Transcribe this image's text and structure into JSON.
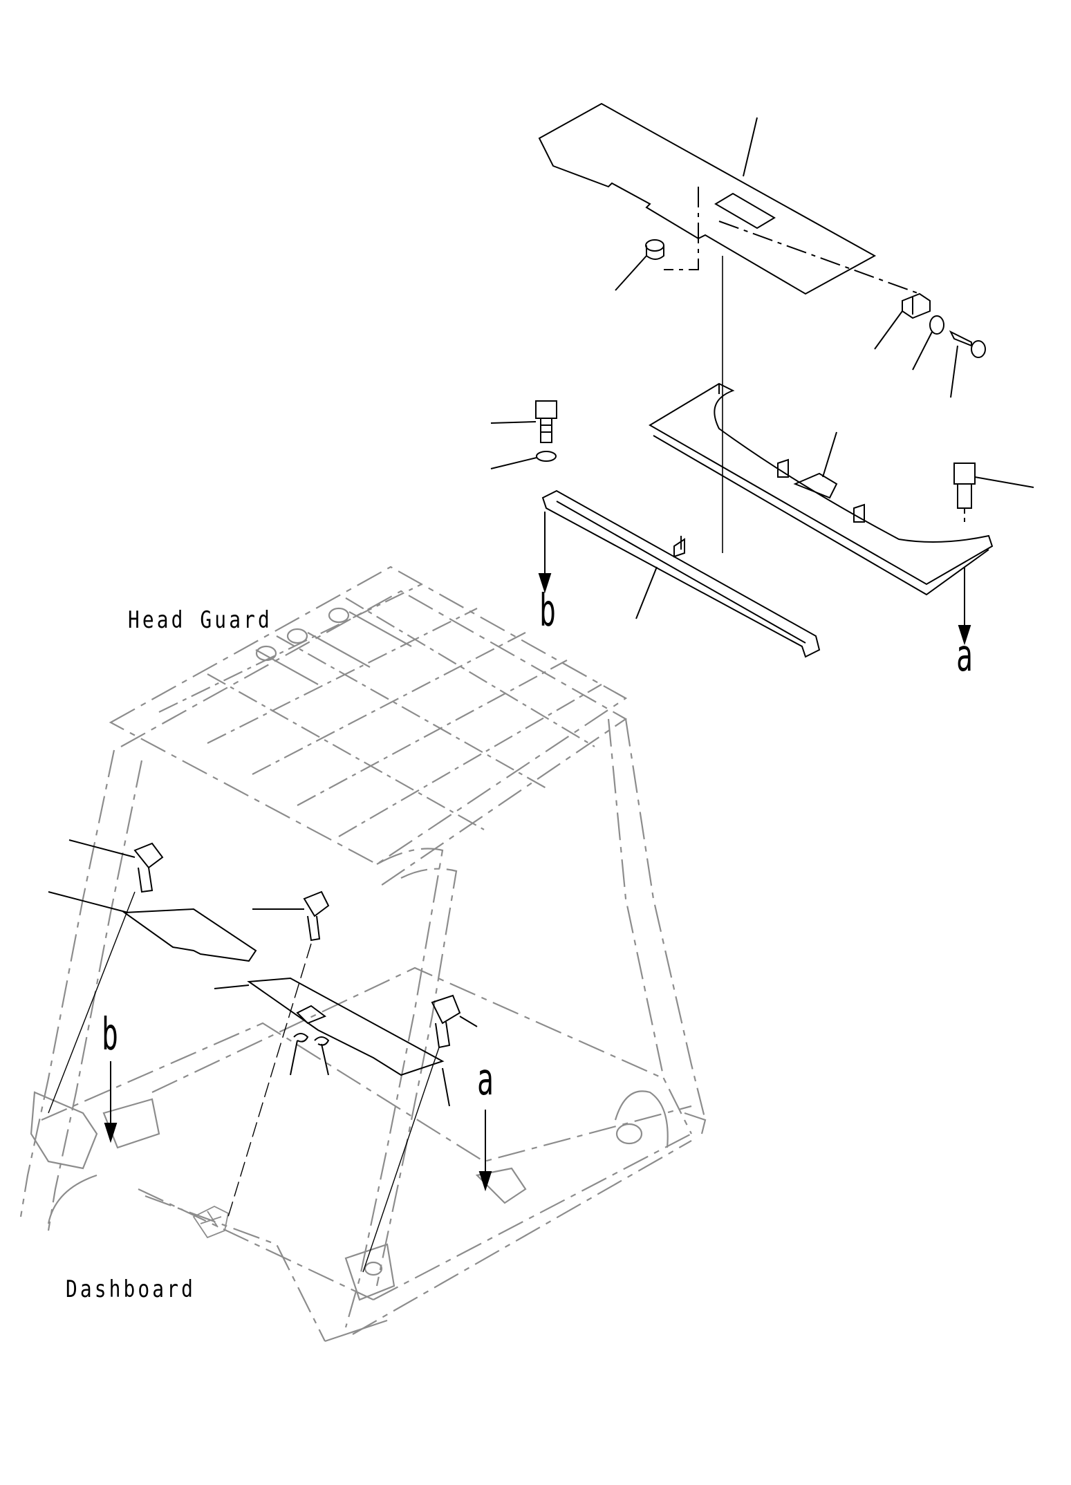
{
  "diagram": {
    "labels": {
      "head_guard": "Head Guard",
      "dashboard": "Dashboard"
    },
    "refs": {
      "a_upper": "a",
      "b_upper": "b",
      "a_lower": "a",
      "b_lower": "b"
    },
    "colors": {
      "part_line": "#000000",
      "frame_line": "#8c8c8c",
      "background": "#ffffff"
    }
  }
}
